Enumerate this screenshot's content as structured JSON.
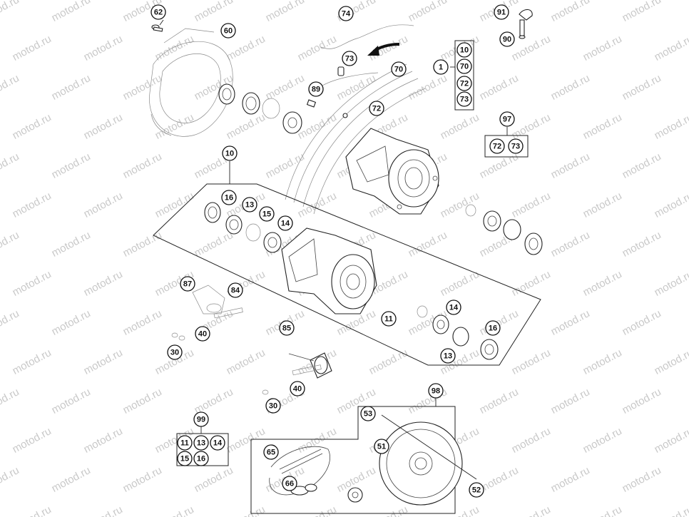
{
  "watermark": "motod.ru",
  "callouts": [
    {
      "id": "c62",
      "label": "62"
    },
    {
      "id": "c60",
      "label": "60"
    },
    {
      "id": "c74",
      "label": "74"
    },
    {
      "id": "c91",
      "label": "91"
    },
    {
      "id": "c90",
      "label": "90"
    },
    {
      "id": "c73a",
      "label": "73"
    },
    {
      "id": "c70a",
      "label": "70"
    },
    {
      "id": "c89",
      "label": "89"
    },
    {
      "id": "c72a",
      "label": "72"
    },
    {
      "id": "c1",
      "label": "1"
    },
    {
      "id": "g10",
      "label": "10"
    },
    {
      "id": "g70",
      "label": "70"
    },
    {
      "id": "g72",
      "label": "72"
    },
    {
      "id": "g73",
      "label": "73"
    },
    {
      "id": "c97",
      "label": "97"
    },
    {
      "id": "k72",
      "label": "72"
    },
    {
      "id": "k73",
      "label": "73"
    },
    {
      "id": "c10",
      "label": "10"
    },
    {
      "id": "c16a",
      "label": "16"
    },
    {
      "id": "c13a",
      "label": "13"
    },
    {
      "id": "c15",
      "label": "15"
    },
    {
      "id": "c14a",
      "label": "14"
    },
    {
      "id": "c87",
      "label": "87"
    },
    {
      "id": "c84",
      "label": "84"
    },
    {
      "id": "c40a",
      "label": "40"
    },
    {
      "id": "c85",
      "label": "85"
    },
    {
      "id": "c30a",
      "label": "30"
    },
    {
      "id": "c11",
      "label": "11"
    },
    {
      "id": "c14b",
      "label": "14"
    },
    {
      "id": "c16b",
      "label": "16"
    },
    {
      "id": "c13b",
      "label": "13"
    },
    {
      "id": "c40b",
      "label": "40"
    },
    {
      "id": "c30b",
      "label": "30"
    },
    {
      "id": "c98",
      "label": "98"
    },
    {
      "id": "c53",
      "label": "53"
    },
    {
      "id": "c99",
      "label": "99"
    },
    {
      "id": "s11",
      "label": "11"
    },
    {
      "id": "s13",
      "label": "13"
    },
    {
      "id": "s14",
      "label": "14"
    },
    {
      "id": "s15",
      "label": "15"
    },
    {
      "id": "s16",
      "label": "16"
    },
    {
      "id": "c65",
      "label": "65"
    },
    {
      "id": "c51",
      "label": "51"
    },
    {
      "id": "c66",
      "label": "66"
    },
    {
      "id": "c52",
      "label": "52"
    }
  ]
}
